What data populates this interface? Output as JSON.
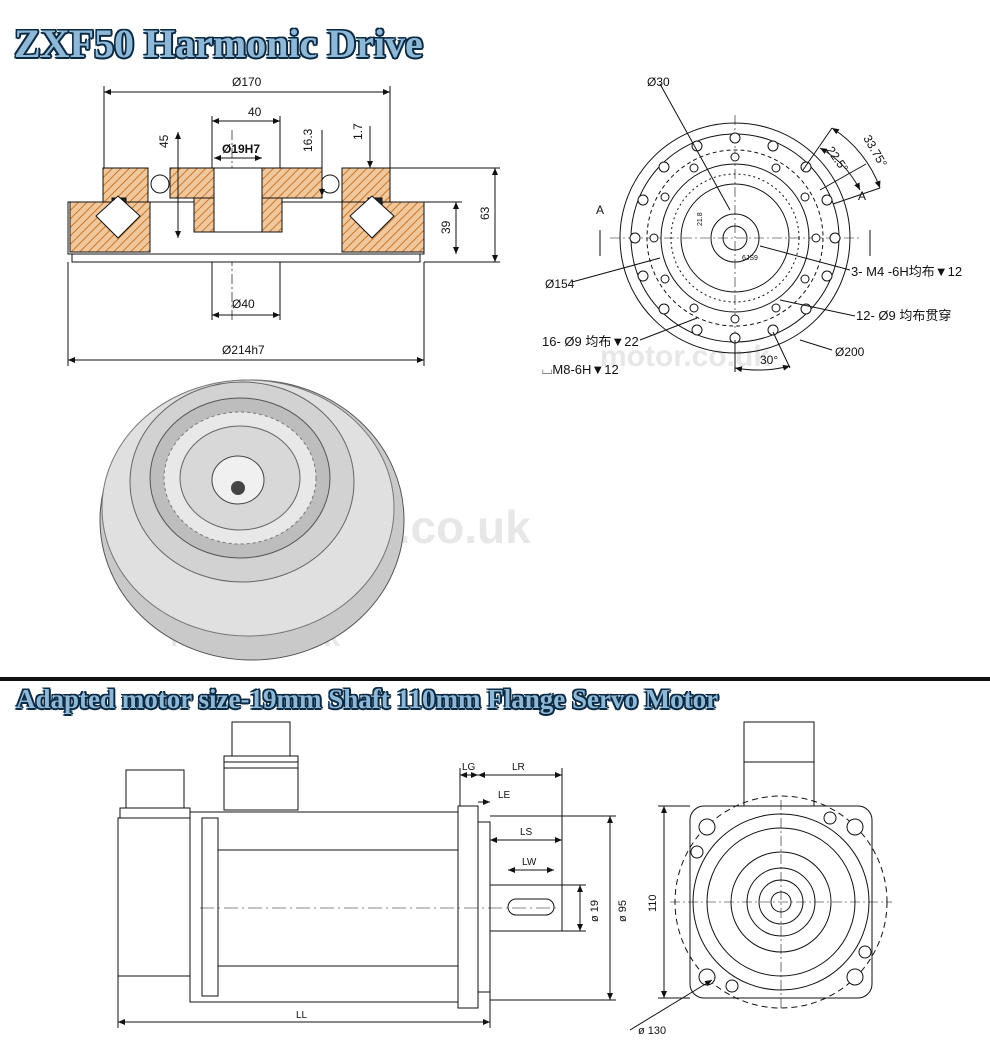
{
  "titles": {
    "top": "ZXF50 Harmonic Drive",
    "bottom": "Adapted motor size-19mm Shaft  110mm Flange Servo Motor"
  },
  "harmonic_section": {
    "dims": {
      "d170": "Ø170",
      "w40": "40",
      "h45": "45",
      "d19h7": "Ø19H7",
      "h16_3": "16.3",
      "h1_7": "1.7",
      "h63": "63",
      "h39": "39",
      "d40": "Ø40",
      "d214h7": "Ø214h7"
    }
  },
  "harmonic_front": {
    "dims": {
      "d30": "Ø30",
      "ang33_75": "33.75°",
      "ang22_5": "22.5°",
      "sec_a": "A",
      "d154": "Ø154",
      "m4": "3- M4 -6H均布▼12",
      "hole12": "12- Ø9 均布贯穿",
      "hole16": "16- Ø9 均布▼22",
      "m8": "⌴M8-6H▼12",
      "ang30": "30°",
      "d200": "Ø200",
      "key6": "6JS9",
      "key21": "21.8"
    }
  },
  "motor_side": {
    "dims": {
      "lg": "LG",
      "lr": "LR",
      "le": "LE",
      "ls": "LS",
      "lw": "LW",
      "d19": "ø 19",
      "d95": "ø 95",
      "ll": "LL"
    }
  },
  "motor_front": {
    "dims": {
      "h110": "110",
      "d130": "ø 130"
    }
  },
  "watermark": {
    "text": "motor.co.uk"
  },
  "colors": {
    "title_fill": "#8fb7d6",
    "title_outline": "#0b2a44",
    "hatch": "#c8772d",
    "line": "#111111"
  }
}
